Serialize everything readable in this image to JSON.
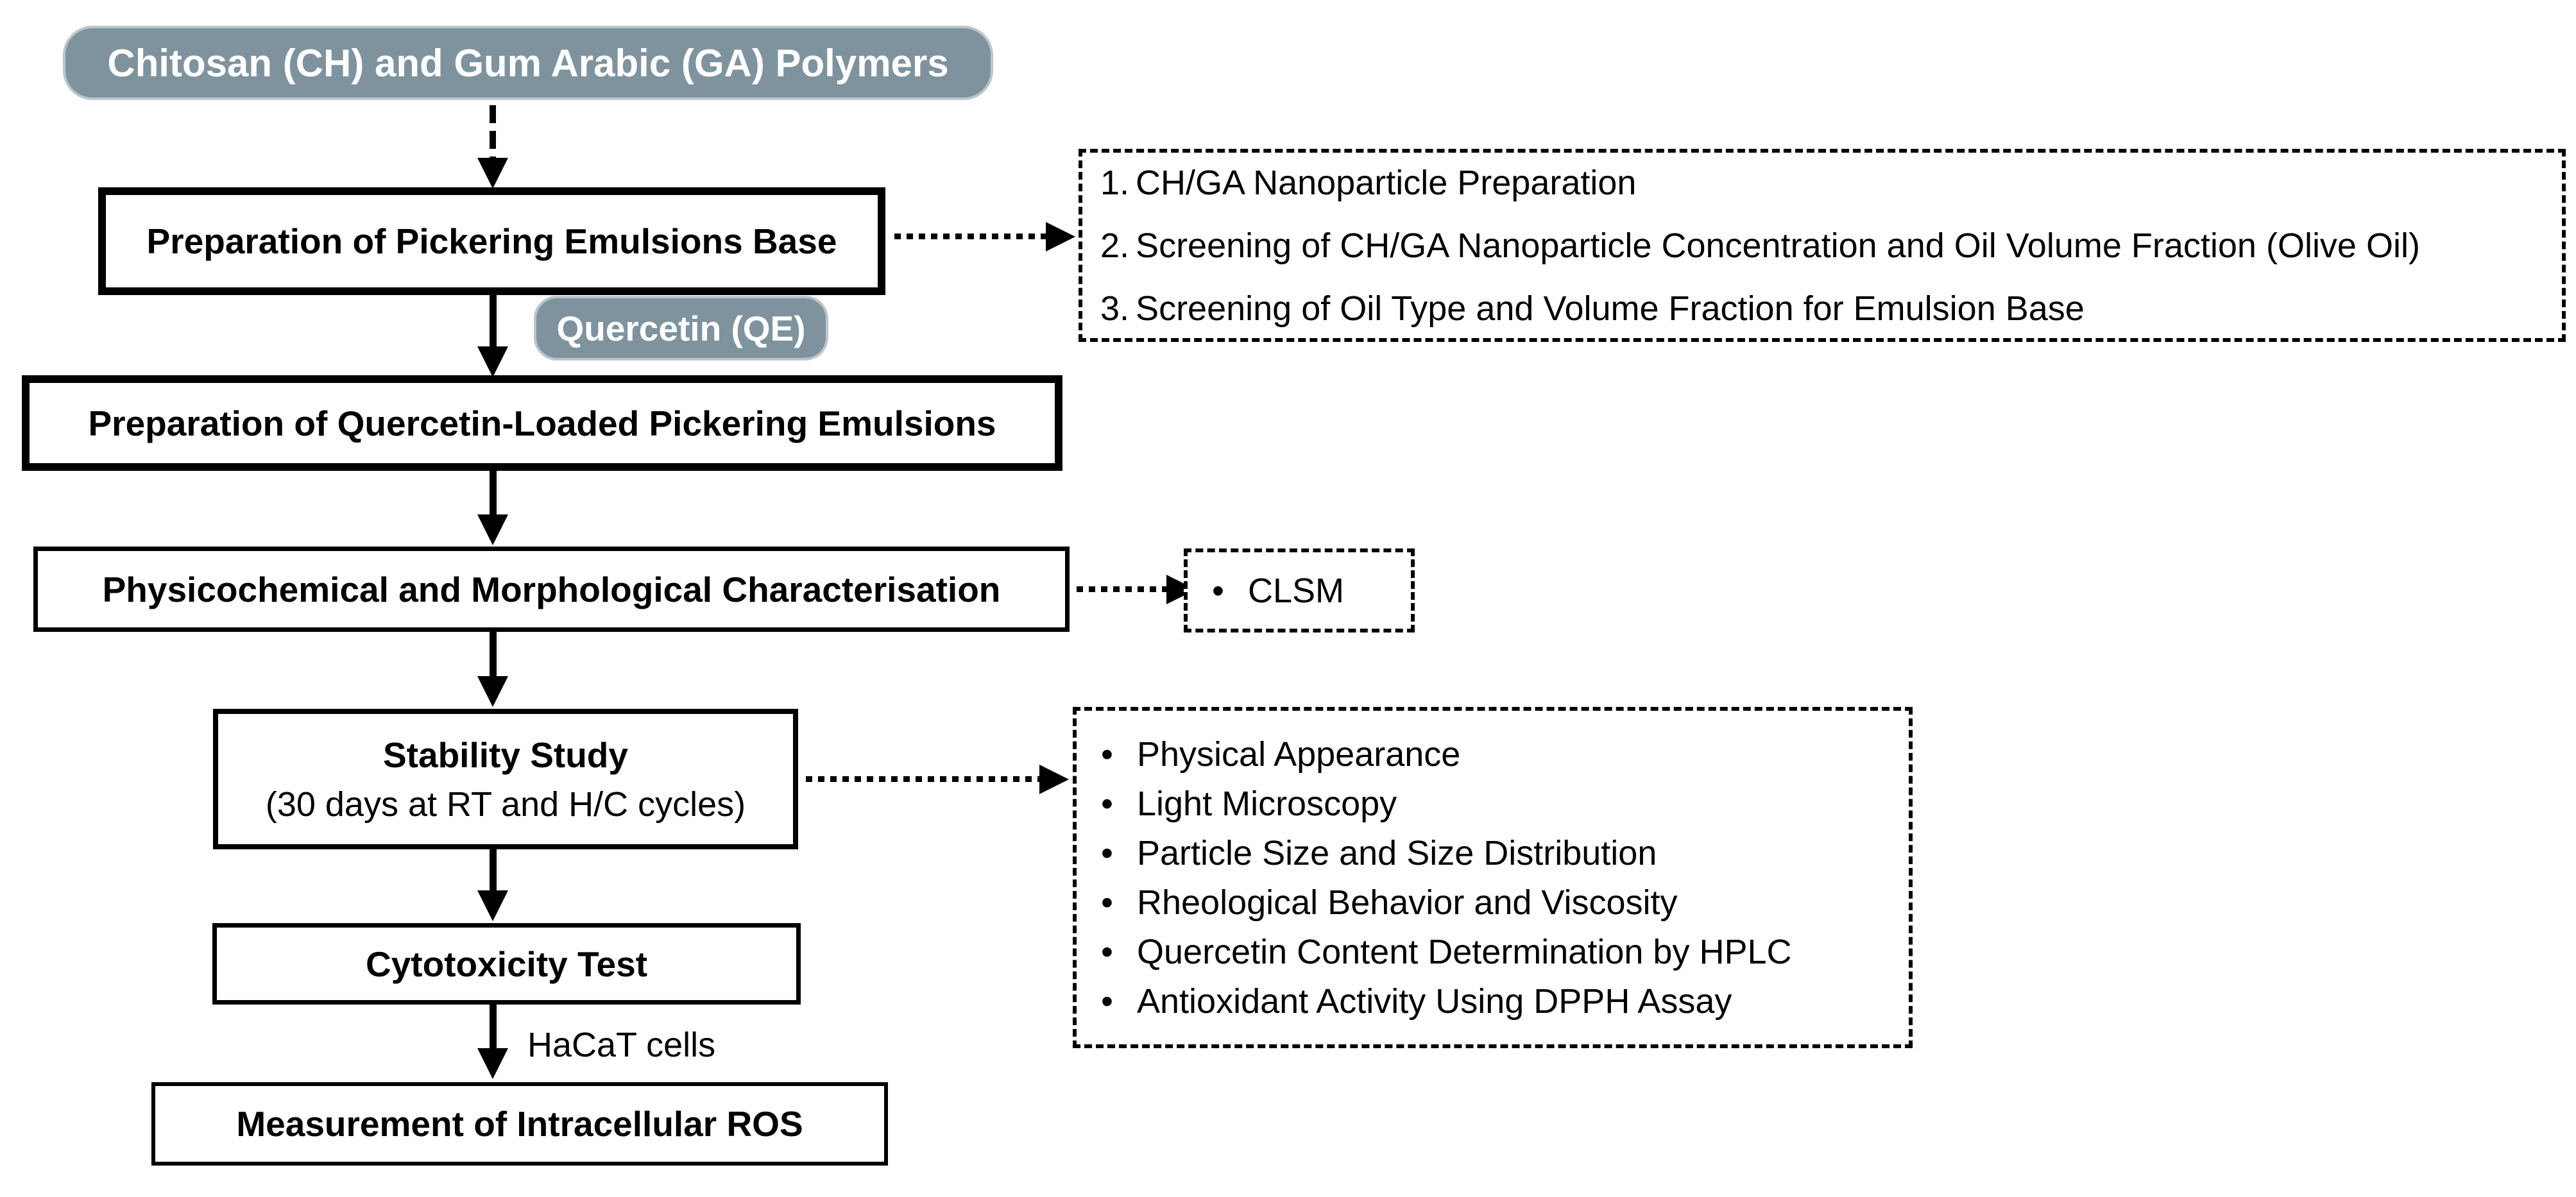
{
  "flowchart": {
    "pills": {
      "polymers": "Chitosan (CH) and Gum Arabic (GA) Polymers",
      "quercetin": "Quercetin (QE)"
    },
    "boxes": {
      "prep_base": "Preparation of Pickering Emulsions Base",
      "prep_loaded": "Preparation of Quercetin-Loaded Pickering Emulsions",
      "characterisation": "Physicochemical and Morphological Characterisation",
      "stability_title": "Stability Study",
      "stability_subtitle": "(30 days at RT and H/C cycles)",
      "cytotoxicity": "Cytotoxicity Test",
      "ros": "Measurement of Intracellular ROS"
    },
    "side_lists": {
      "base_steps": {
        "items": [
          {
            "num": "1.",
            "text": "CH/GA Nanoparticle Preparation"
          },
          {
            "num": "2.",
            "text": "Screening of CH/GA Nanoparticle Concentration and Oil Volume Fraction (Olive Oil)"
          },
          {
            "num": "3.",
            "text": "Screening of Oil Type and Volume Fraction for Emulsion Base"
          }
        ]
      },
      "clsm": {
        "items": [
          {
            "text": "CLSM"
          }
        ]
      },
      "stability_tests": {
        "items": [
          {
            "text": "Physical Appearance"
          },
          {
            "text": "Light Microscopy"
          },
          {
            "text": "Particle Size and Size Distribution"
          },
          {
            "text": "Rheological Behavior and Viscosity"
          },
          {
            "text": "Quercetin Content Determination by HPLC"
          },
          {
            "text": "Antioxidant Activity Using DPPH Assay"
          }
        ]
      }
    },
    "labels": {
      "hacat": "HaCaT cells"
    },
    "colors": {
      "pill_bg": "#7E939E",
      "pill_text": "#FFFFFF",
      "line": "#000000",
      "box_bg": "#FFFFFF"
    }
  }
}
